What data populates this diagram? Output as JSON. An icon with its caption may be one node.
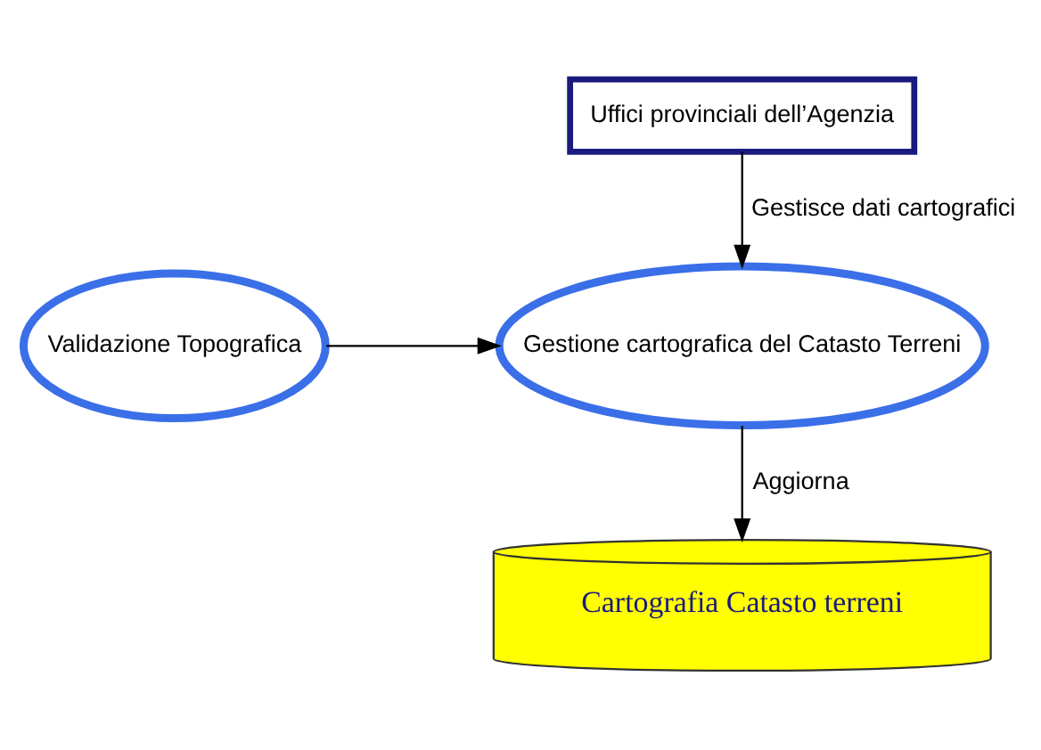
{
  "diagram": {
    "nodes": [
      {
        "text": [
          "Uffici provinciali dell’Agenzia"
        ]
      },
      {
        "text": [
          "Validazione Topografica"
        ]
      },
      {
        "text": [
          "Gestione cartografica del Catasto Terreni"
        ]
      },
      {
        "text": [
          "Cartografia Catasto terreni"
        ]
      }
    ],
    "edges": [
      {
        "from": 0,
        "to": 2,
        "arrow": "to",
        "label": "Gestisce dati cartografici"
      },
      {
        "from": 1,
        "to": 2,
        "arrow": "to"
      },
      {
        "from": 2,
        "to": 3,
        "arrow": "to",
        "label": "Aggiorna"
      }
    ]
  }
}
